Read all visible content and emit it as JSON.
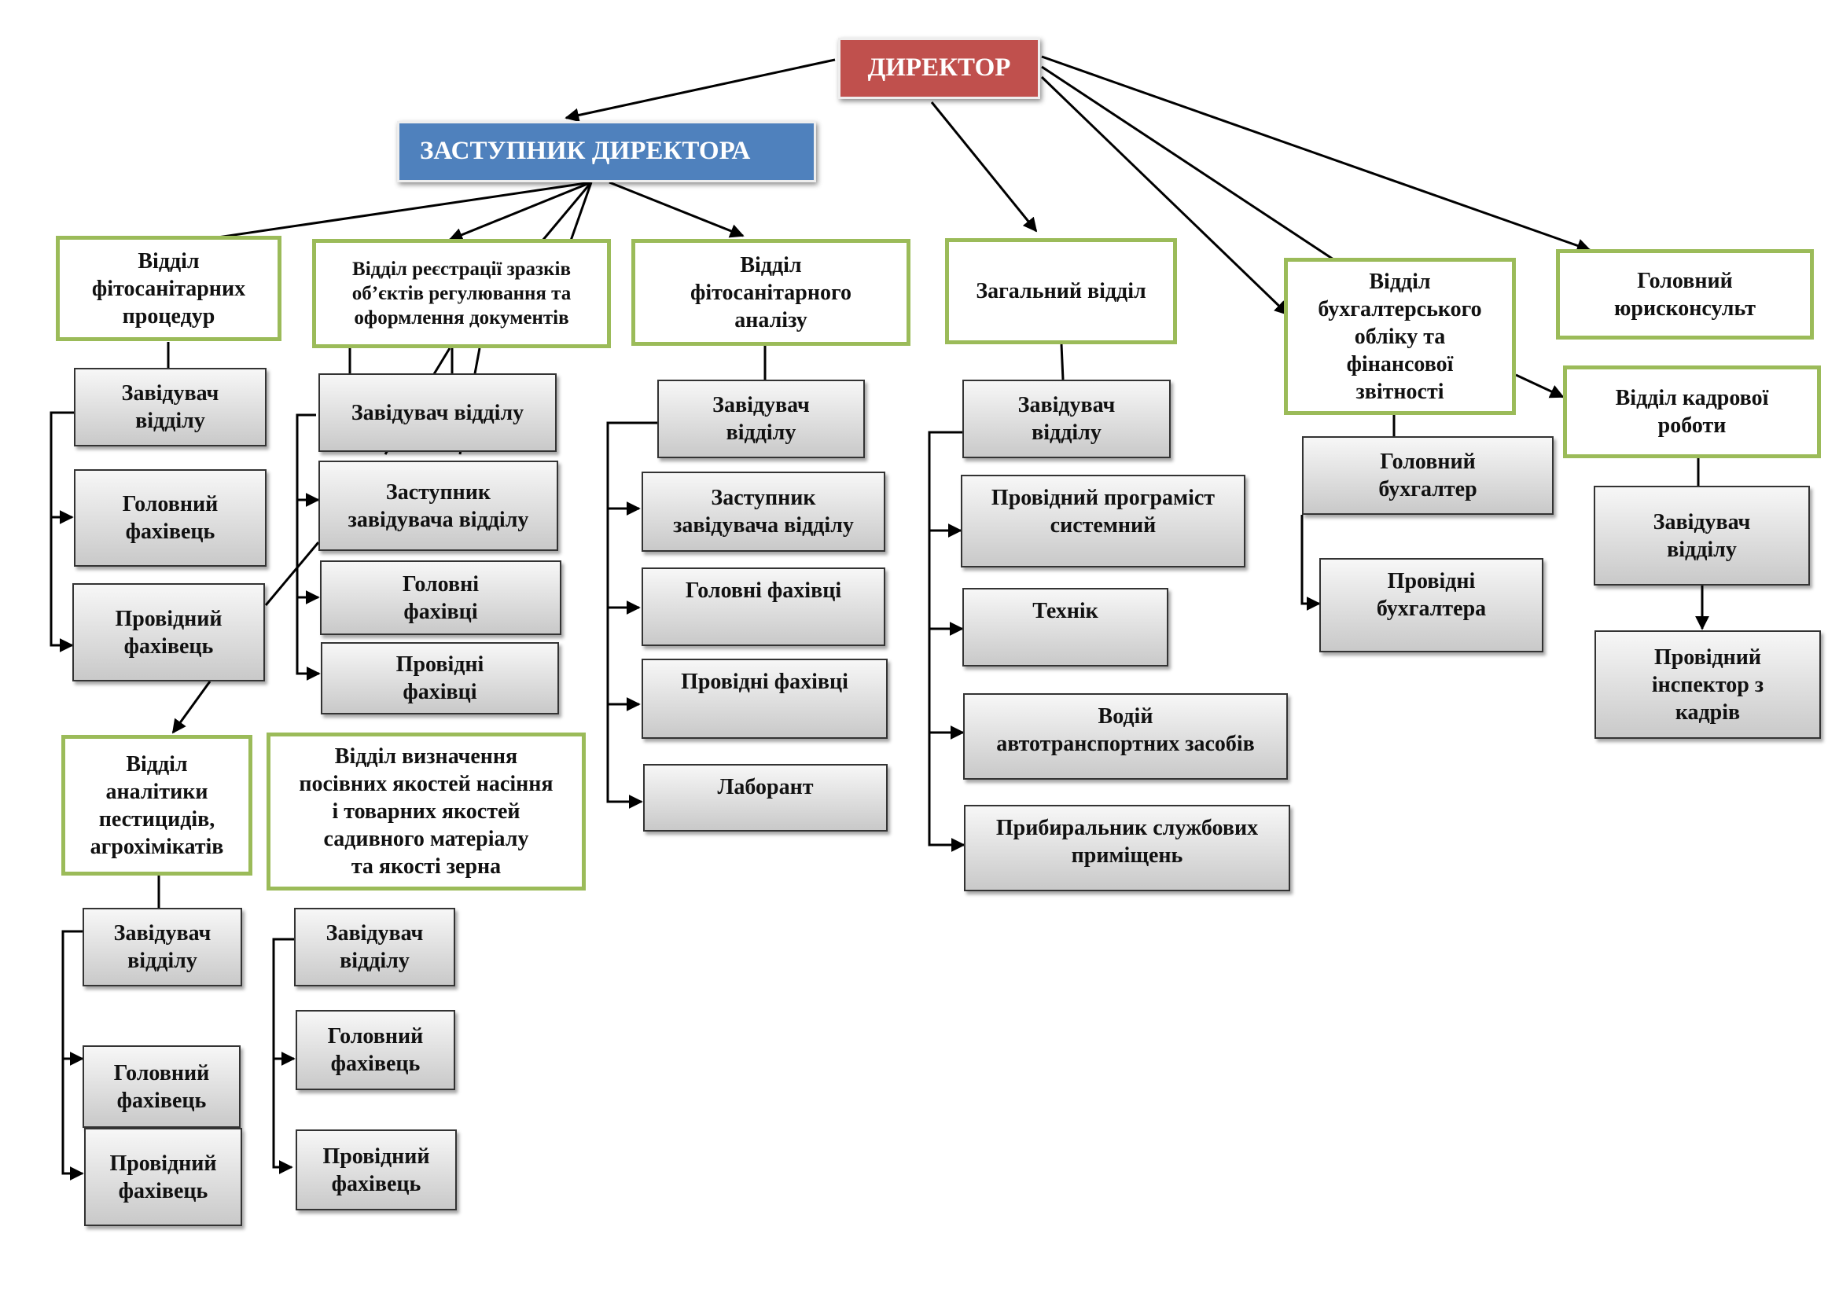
{
  "director": "ДИРЕКТОР",
  "deputy_director": "ЗАСТУПНИК ДИРЕКТОРА",
  "departments": {
    "phyto_procedures": {
      "title": "Відділ\nфітосанітарних\nпроцедур",
      "positions": [
        "Завідувач\nвідділу",
        "Головний\nфахівець",
        "Провідний\nфахівець"
      ]
    },
    "registration": {
      "title": "Відділ реєстрації зразків\nоб’єктів регулювання та\nоформлення документів",
      "positions": [
        "Завідувач відділу",
        "Заступник\nзавідувача відділу",
        "Головні\nфахівці",
        "Провідні\nфахівці"
      ]
    },
    "phyto_analysis": {
      "title": "Відділ\nфітосанітарного\nаналізу",
      "positions": [
        "Завідувач\nвідділу",
        "Заступник\nзавідувача відділу",
        "Головні фахівці",
        "Провідні фахівці",
        "Лаборант"
      ]
    },
    "general": {
      "title": "Загальний відділ",
      "positions": [
        "Завідувач\nвідділу",
        "Провідний програміст\nсистемний",
        "Технік",
        "Водій\nавтотранспортних засобів",
        "Прибиральник службових\nприміщень"
      ]
    },
    "accounting": {
      "title": "Відділ\nбухгалтерського\nобліку та\nфінансової\nзвітності",
      "positions": [
        "Головний\nбухгалтер",
        "Провідні\nбухгалтера"
      ]
    },
    "legal": {
      "title": "Головний\nюрисконсульт"
    },
    "hr": {
      "title": "Відділ кадрової\nроботи",
      "positions": [
        "Завідувач\nвідділу",
        "Провідний\nінспектор з\nкадрів"
      ]
    },
    "pesticides": {
      "title": "Відділ\nаналітики\nпестицидів,\nагрохімікатів",
      "positions": [
        "Завідувач\nвідділу",
        "Головний\nфахівець",
        "Провідний\nфахівець"
      ]
    },
    "seeds": {
      "title": "Відділ визначення\nпосівних якостей насіння\nі товарних якостей\nсадивного матеріалу\nта якості зерна",
      "positions": [
        "Завідувач\nвідділу",
        "Головний\nфахівець",
        "Провідний\nфахівець"
      ]
    }
  }
}
